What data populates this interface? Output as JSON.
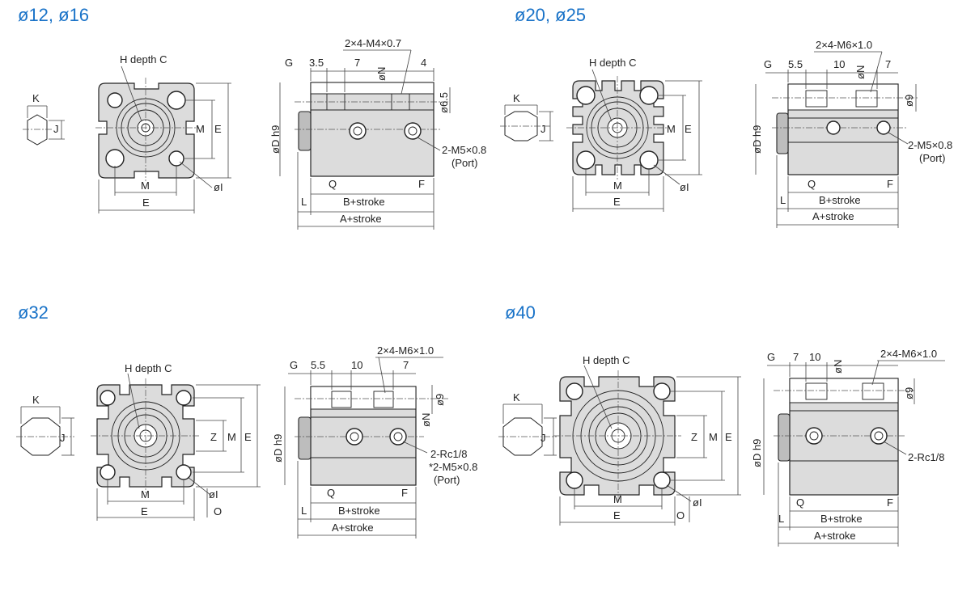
{
  "colors": {
    "title": "#1a73c8",
    "body": "#dcdcdc",
    "line": "#222222"
  },
  "sections": [
    {
      "title": "ø12, ø16",
      "front": {
        "h_label": "H depth C",
        "k": "K",
        "j": "J",
        "m_v": "M",
        "e_v": "E",
        "m_h": "M",
        "e_h": "E",
        "i": "øI"
      },
      "side": {
        "g": "G",
        "d1": "3.5",
        "d2": "7",
        "d3": "4",
        "thread": "2×4-M4×0.7",
        "n": "øN",
        "d65": "ø6.5",
        "dh9": "øD h9",
        "port": "2-M5×0.8",
        "port_note": "(Port)",
        "q": "Q",
        "f": "F",
        "l": "L",
        "b": "B+stroke",
        "a": "A+stroke"
      }
    },
    {
      "title": "ø20, ø25",
      "front": {
        "h_label": "H depth C",
        "k": "K",
        "j": "J",
        "m_v": "M",
        "e_v": "E",
        "m_h": "M",
        "e_h": "E",
        "i": "øI"
      },
      "side": {
        "g": "G",
        "d1": "5.5",
        "d2": "10",
        "d3": "7",
        "thread": "2×4-M6×1.0",
        "n": "øN",
        "d9": "ø9",
        "dh9": "øD h9",
        "port": "2-M5×0.8",
        "port_note": "(Port)",
        "q": "Q",
        "f": "F",
        "l": "L",
        "b": "B+stroke",
        "a": "A+stroke"
      }
    },
    {
      "title": "ø32",
      "front": {
        "h_label": "H depth C",
        "k": "K",
        "j": "J",
        "z": "Z",
        "m_v": "M",
        "e_v": "E",
        "m_h": "M",
        "e_h": "E",
        "i": "øI",
        "o": "O"
      },
      "side": {
        "g": "G",
        "d1": "5.5",
        "d2": "10",
        "d3": "7",
        "thread": "2×4-M6×1.0",
        "n": "øN",
        "d9": "ø9",
        "dh9": "øD h9",
        "port": "2-Rc1/8",
        "port2": "*2-M5×0.8",
        "port_note": "(Port)",
        "q": "Q",
        "f": "F",
        "l": "L",
        "b": "B+stroke",
        "a": "A+stroke"
      }
    },
    {
      "title": "ø40",
      "front": {
        "h_label": "H depth C",
        "k": "K",
        "j": "J",
        "z": "Z",
        "m_v": "M",
        "e_v": "E",
        "m_h": "M",
        "e_h": "E",
        "i": "øI",
        "o": "O"
      },
      "side": {
        "g": "G",
        "d1": "7",
        "d2": "10",
        "thread": "2×4-M6×1.0",
        "n": "øN",
        "d9": "ø9",
        "dh9": "øD h9",
        "port": "2-Rc1/8",
        "q": "Q",
        "f": "F",
        "l": "L",
        "b": "B+stroke",
        "a": "A+stroke"
      }
    }
  ]
}
